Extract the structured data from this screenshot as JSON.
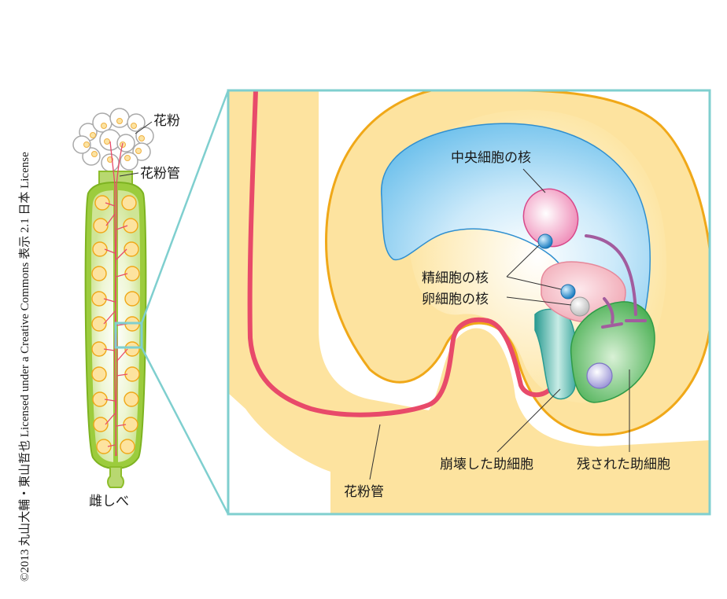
{
  "copyright": "©2013 丸山大輔・東山哲也 Licensed under a Creative Commons 表示 2.1 日本 License",
  "labels": {
    "pollen": "花粉",
    "pollen_tube_top": "花粉管",
    "pistil": "雌しべ",
    "central_cell_nucleus": "中央細胞の核",
    "sperm_cell_nucleus": "精細胞の核",
    "egg_cell_nucleus": "卵細胞の核",
    "collapsed_synergid": "崩壊した助細胞",
    "remaining_synergid": "残された助細胞",
    "pollen_tube_zoom": "花粉管"
  },
  "colors": {
    "ovule_fill": "#fde39f",
    "ovule_stroke": "#f0a818",
    "pistil_fill": "#9ccc3d",
    "pollen_tube": "#e84a6a",
    "central_cell": "#79c6ee",
    "zoom_frame": "#7fcfcf",
    "remaining_synergid": "#5fb865",
    "collapsed_synergid": "#3aa79d",
    "egg_cell": "#f3b6c0",
    "inhibition": "#a25c9e"
  }
}
